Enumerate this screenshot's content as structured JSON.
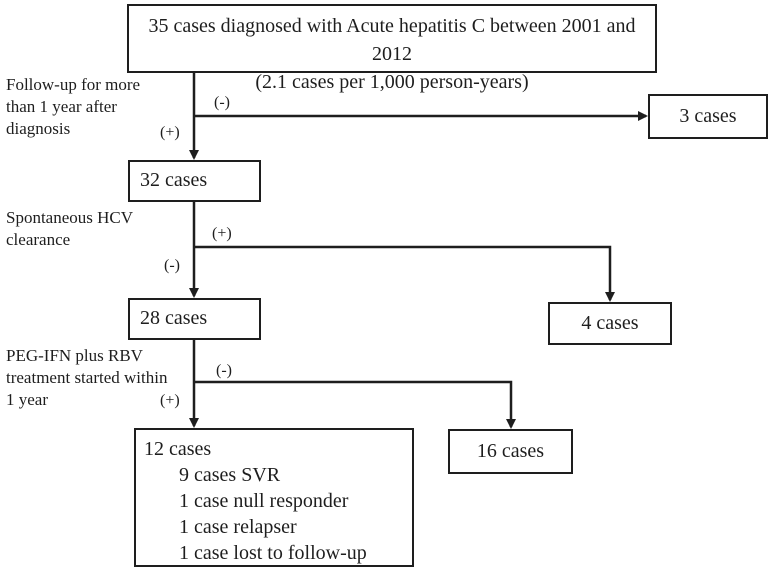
{
  "top_box": {
    "line1": "35 cases diagnosed with Acute hepatitis C between 2001 and 2012",
    "line2": "(2.1 cases per 1,000 person-years)"
  },
  "step1": {
    "condition": [
      "Follow-up  for more",
      "than 1 year after",
      "diagnosis"
    ],
    "neg_label": "(-)",
    "pos_label": "(+)",
    "excluded": "3 cases",
    "remaining": "32 cases"
  },
  "step2": {
    "condition": [
      "Spontaneous HCV",
      "clearance"
    ],
    "pos_label": "(+)",
    "neg_label": "(-)",
    "excluded": "4 cases",
    "remaining": "28 cases"
  },
  "step3": {
    "condition": [
      "PEG-IFN plus RBV",
      "treatment started within",
      "1 year"
    ],
    "neg_label": "(-)",
    "pos_label": "(+)",
    "excluded": "16 cases",
    "treated": {
      "title": "12 cases",
      "outcomes": [
        "9 cases SVR",
        "1 case null responder",
        "1 case relapser",
        "1 case lost to follow-up"
      ]
    }
  }
}
